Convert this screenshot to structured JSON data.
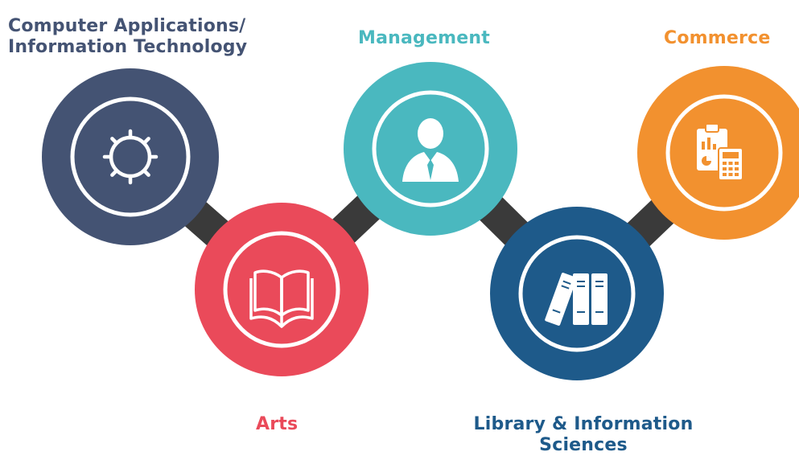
{
  "colors": {
    "computer": "#445373",
    "arts": "#ea4a5a",
    "management": "#4ab8bf",
    "library": "#1e5a8a",
    "commerce": "#f2912f",
    "connector": "#3a3a3a"
  },
  "nodes": {
    "computer_applications": {
      "line1": "Computer Applications/",
      "line2": "Information Technology",
      "icon": "gear-icon"
    },
    "management": {
      "label": "Management",
      "icon": "person-icon"
    },
    "commerce": {
      "label": "Commerce",
      "icon": "clipboard-calculator-icon"
    },
    "arts": {
      "label": "Arts",
      "icon": "open-book-icon"
    },
    "library": {
      "line1": "Library & Information",
      "line2": "Sciences",
      "icon": "books-icon"
    }
  }
}
